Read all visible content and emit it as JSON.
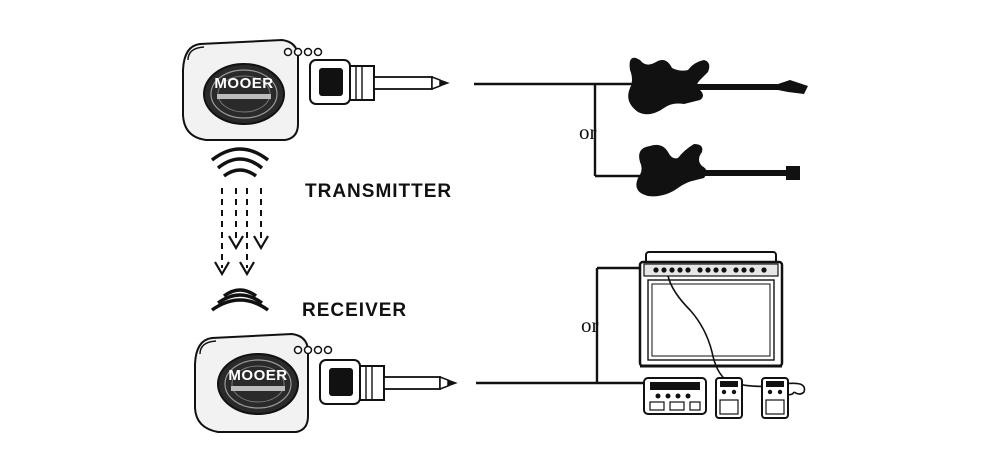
{
  "labels": {
    "transmitter": "TRANSMITTER",
    "receiver": "RECEIVER",
    "or_top": "or",
    "or_bottom": "or"
  },
  "devices": {
    "transmitter_logo": "MOOER",
    "receiver_logo": "MOOER"
  },
  "colors": {
    "ink": "#111111",
    "device_body": "#f2f2f2",
    "background": "#ffffff"
  },
  "icons": [
    "wireless-signal-icon",
    "electric-guitar-icon",
    "amplifier-icon",
    "effects-pedal-icon",
    "guitar-plug-icon"
  ]
}
